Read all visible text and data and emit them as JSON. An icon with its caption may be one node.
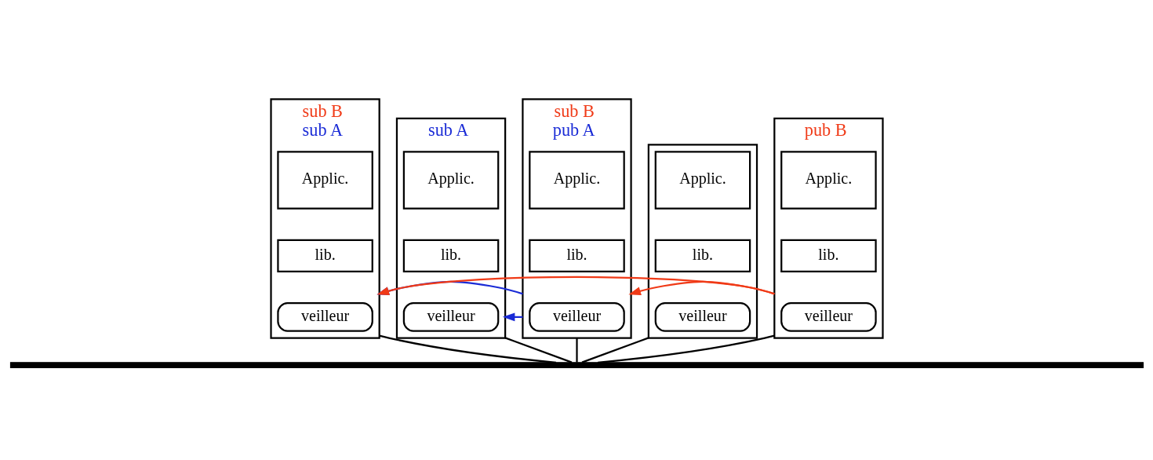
{
  "diagram": {
    "nodes": [
      {
        "text": [
          "sub B",
          "sub A"
        ]
      },
      {
        "text": [
          "Applic."
        ],
        "in": 0
      },
      {
        "text": [
          "lib."
        ],
        "in": 0
      },
      {
        "text": [
          "veilleur"
        ],
        "in": 0
      },
      {
        "text": [
          "sub A"
        ]
      },
      {
        "text": [
          "Applic."
        ],
        "in": 4
      },
      {
        "text": [
          "lib."
        ],
        "in": 4
      },
      {
        "text": [
          "veilleur"
        ],
        "in": 4
      },
      {
        "text": [
          "sub B",
          "pub A"
        ]
      },
      {
        "text": [
          "Applic."
        ],
        "in": 8
      },
      {
        "text": [
          "lib."
        ],
        "in": 8
      },
      {
        "text": [
          "veilleur"
        ],
        "in": 8
      },
      {
        "text": [],
        "shape": "box"
      },
      {
        "text": [
          "Applic."
        ],
        "in": 12
      },
      {
        "text": [
          "lib."
        ],
        "in": 12
      },
      {
        "text": [
          "veilleur"
        ],
        "in": 12
      },
      {
        "text": [
          "pub B"
        ]
      },
      {
        "text": [
          "Applic."
        ],
        "in": 16
      },
      {
        "text": [
          "lib."
        ],
        "in": 16
      },
      {
        "text": [
          "veilleur"
        ],
        "in": 16
      },
      {
        "text": [],
        "shape": "bar"
      }
    ],
    "edges": [
      {
        "from": 0,
        "to": 20,
        "arrow": "none"
      },
      {
        "from": 4,
        "to": 20,
        "arrow": "none"
      },
      {
        "from": 8,
        "to": 20,
        "arrow": "none"
      },
      {
        "from": 12,
        "to": 20,
        "arrow": "none"
      },
      {
        "from": 16,
        "to": 20,
        "arrow": "none"
      },
      {
        "from": 8,
        "to": 0,
        "arrow": "to",
        "color": "#1a2bd6"
      },
      {
        "from": 8,
        "to": 4,
        "arrow": "to",
        "color": "#1a2bd6"
      },
      {
        "from": 16,
        "to": 8,
        "arrow": "to",
        "color": "#f03a17"
      },
      {
        "from": 16,
        "to": 0,
        "arrow": "to",
        "color": "#f03a17"
      }
    ]
  }
}
